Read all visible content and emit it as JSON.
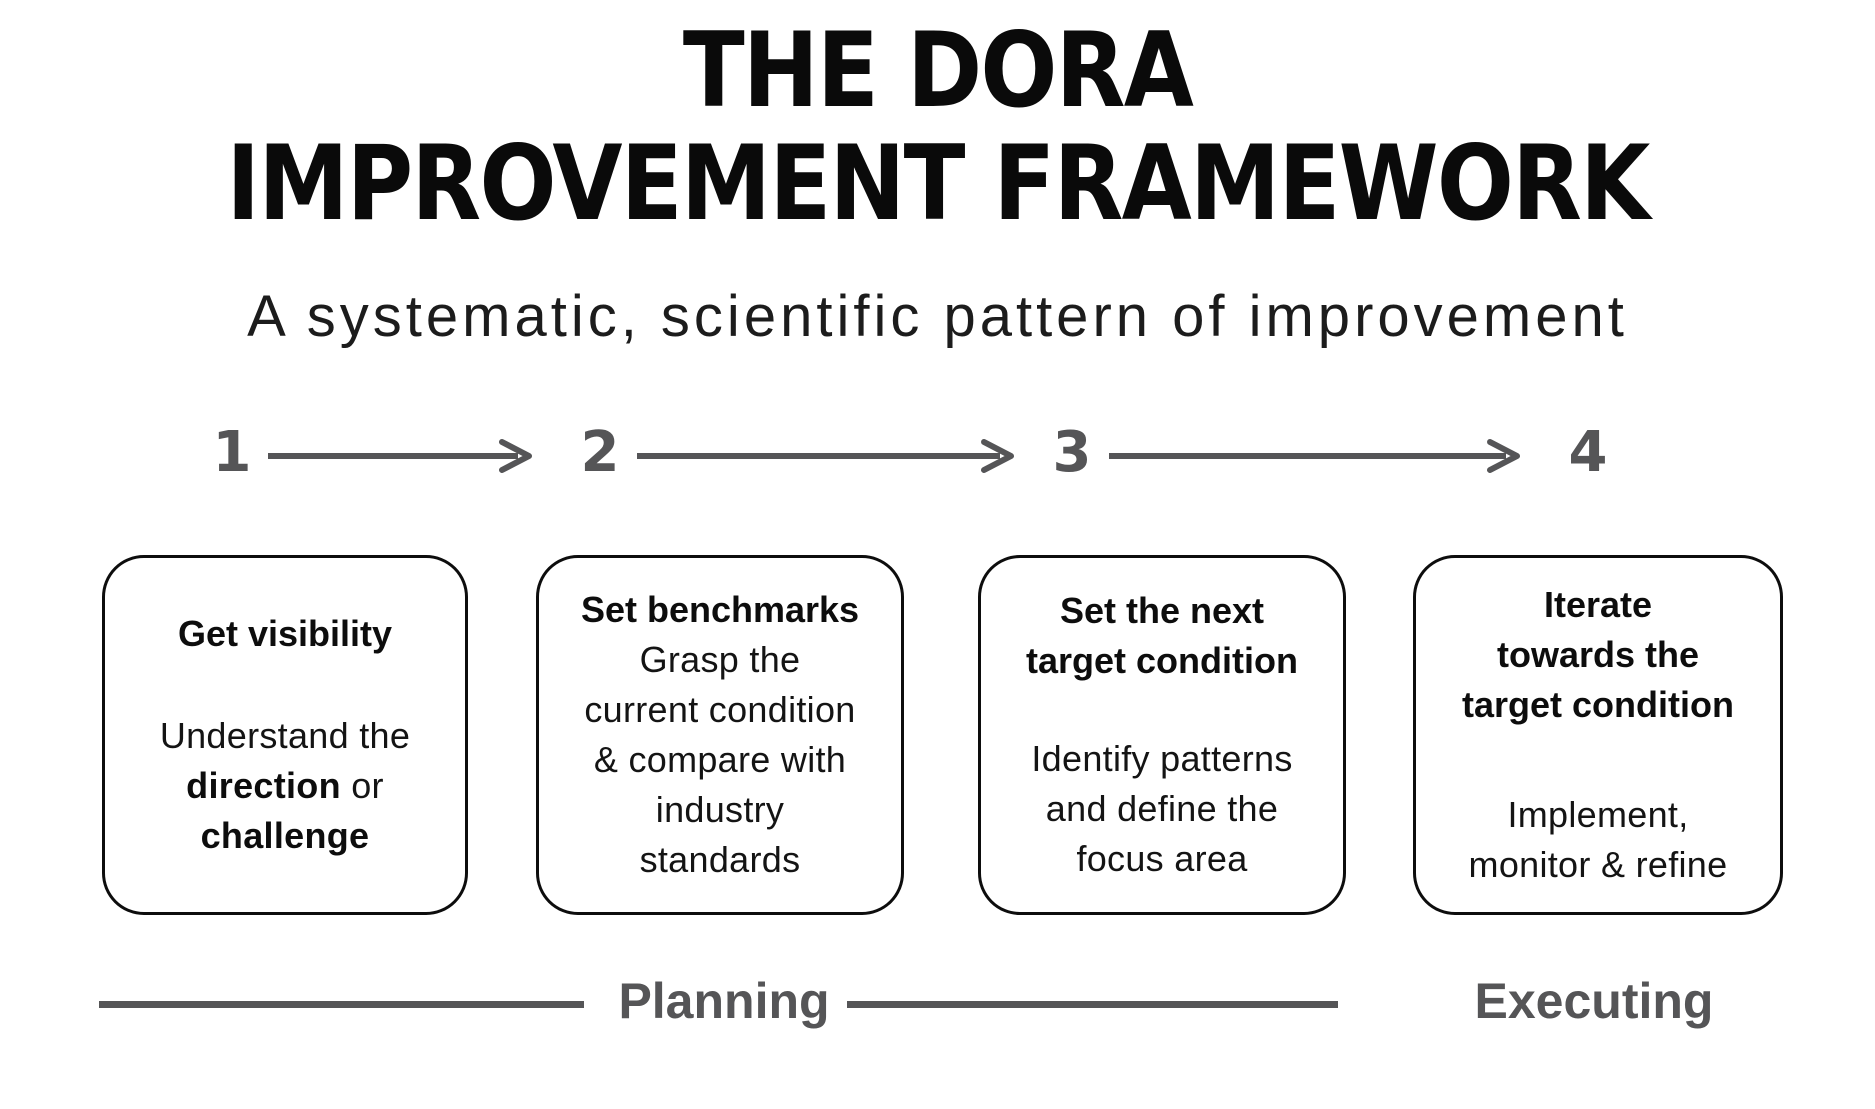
{
  "title": {
    "line1": "THE DORA",
    "line2": "IMPROVEMENT FRAMEWORK"
  },
  "subtitle": "A systematic, scientific pattern of improvement",
  "steps": [
    {
      "number": "1"
    },
    {
      "number": "2"
    },
    {
      "number": "3"
    },
    {
      "number": "4"
    }
  ],
  "boxes": [
    {
      "heading": "Get visibility",
      "body_parts": [
        {
          "text": "Understand the\n",
          "bold": false
        },
        {
          "text": "direction",
          "bold": true
        },
        {
          "text": " or\n",
          "bold": false
        },
        {
          "text": "challenge",
          "bold": true
        }
      ]
    },
    {
      "heading": "Set benchmarks",
      "body_parts": [
        {
          "text": "Grasp the\ncurrent condition\n& compare with\nindustry\nstandards",
          "bold": false
        }
      ]
    },
    {
      "heading": "Set the next\ntarget condition",
      "body_parts": [
        {
          "text": "Identify patterns\nand define the\nfocus area",
          "bold": false
        }
      ]
    },
    {
      "heading": "Iterate\ntowards the\ntarget condition",
      "body_parts": [
        {
          "text": "Implement,\nmonitor & refine",
          "bold": false
        }
      ]
    }
  ],
  "phases": {
    "planning": "Planning",
    "executing": "Executing"
  },
  "colors": {
    "accent_gray": "#555557",
    "text_black": "#0d0d0d",
    "background": "#ffffff"
  }
}
